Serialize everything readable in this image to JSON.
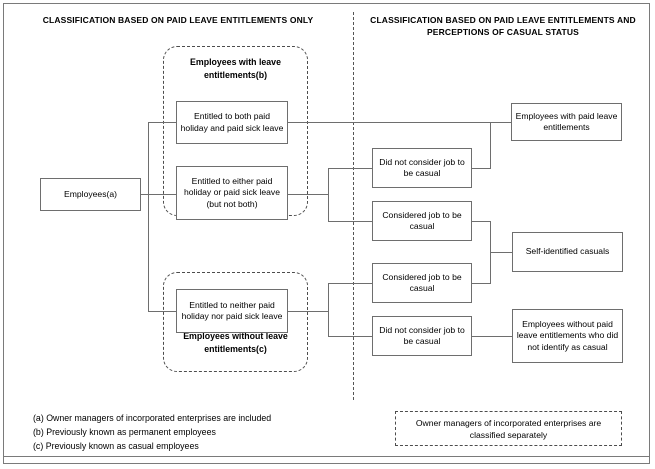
{
  "headers": {
    "left": "CLASSIFICATION BASED ON PAID LEAVE ENTITLEMENTS ONLY",
    "right": "CLASSIFICATION BASED ON PAID LEAVE ENTITLEMENTS AND PERCEPTIONS OF CASUAL STATUS"
  },
  "groups": {
    "with_leave": "Employees with leave entitlements(b)",
    "without_leave": "Employees without leave entitlements(c)"
  },
  "boxes": {
    "root": "Employees(a)",
    "both": "Entitled to both paid holiday and paid sick leave",
    "either": "Entitled to either paid holiday or paid sick leave (but not both)",
    "neither": "Entitled to neither paid holiday nor paid sick leave",
    "mid1": "Did not consider job to be casual",
    "mid2": "Considered job to be casual",
    "mid3": "Considered job to be casual",
    "mid4": "Did not consider job to be casual",
    "out1": "Employees with paid leave entitlements",
    "out2": "Self-identified casuals",
    "out3": "Employees without paid leave entitlements who did not identify as casual"
  },
  "note": "Owner managers of incorporated enterprises are classified separately",
  "footnotes": [
    "(a) Owner managers of incorporated enterprises are included",
    "(b) Previously known as permanent employees",
    "(c) Previously known as casual employees"
  ],
  "colors": {
    "frame": "#7a7a7a",
    "box_border": "#6e6e6e",
    "dashed": "#4d4d4d",
    "text": "#000000",
    "background": "#ffffff"
  }
}
